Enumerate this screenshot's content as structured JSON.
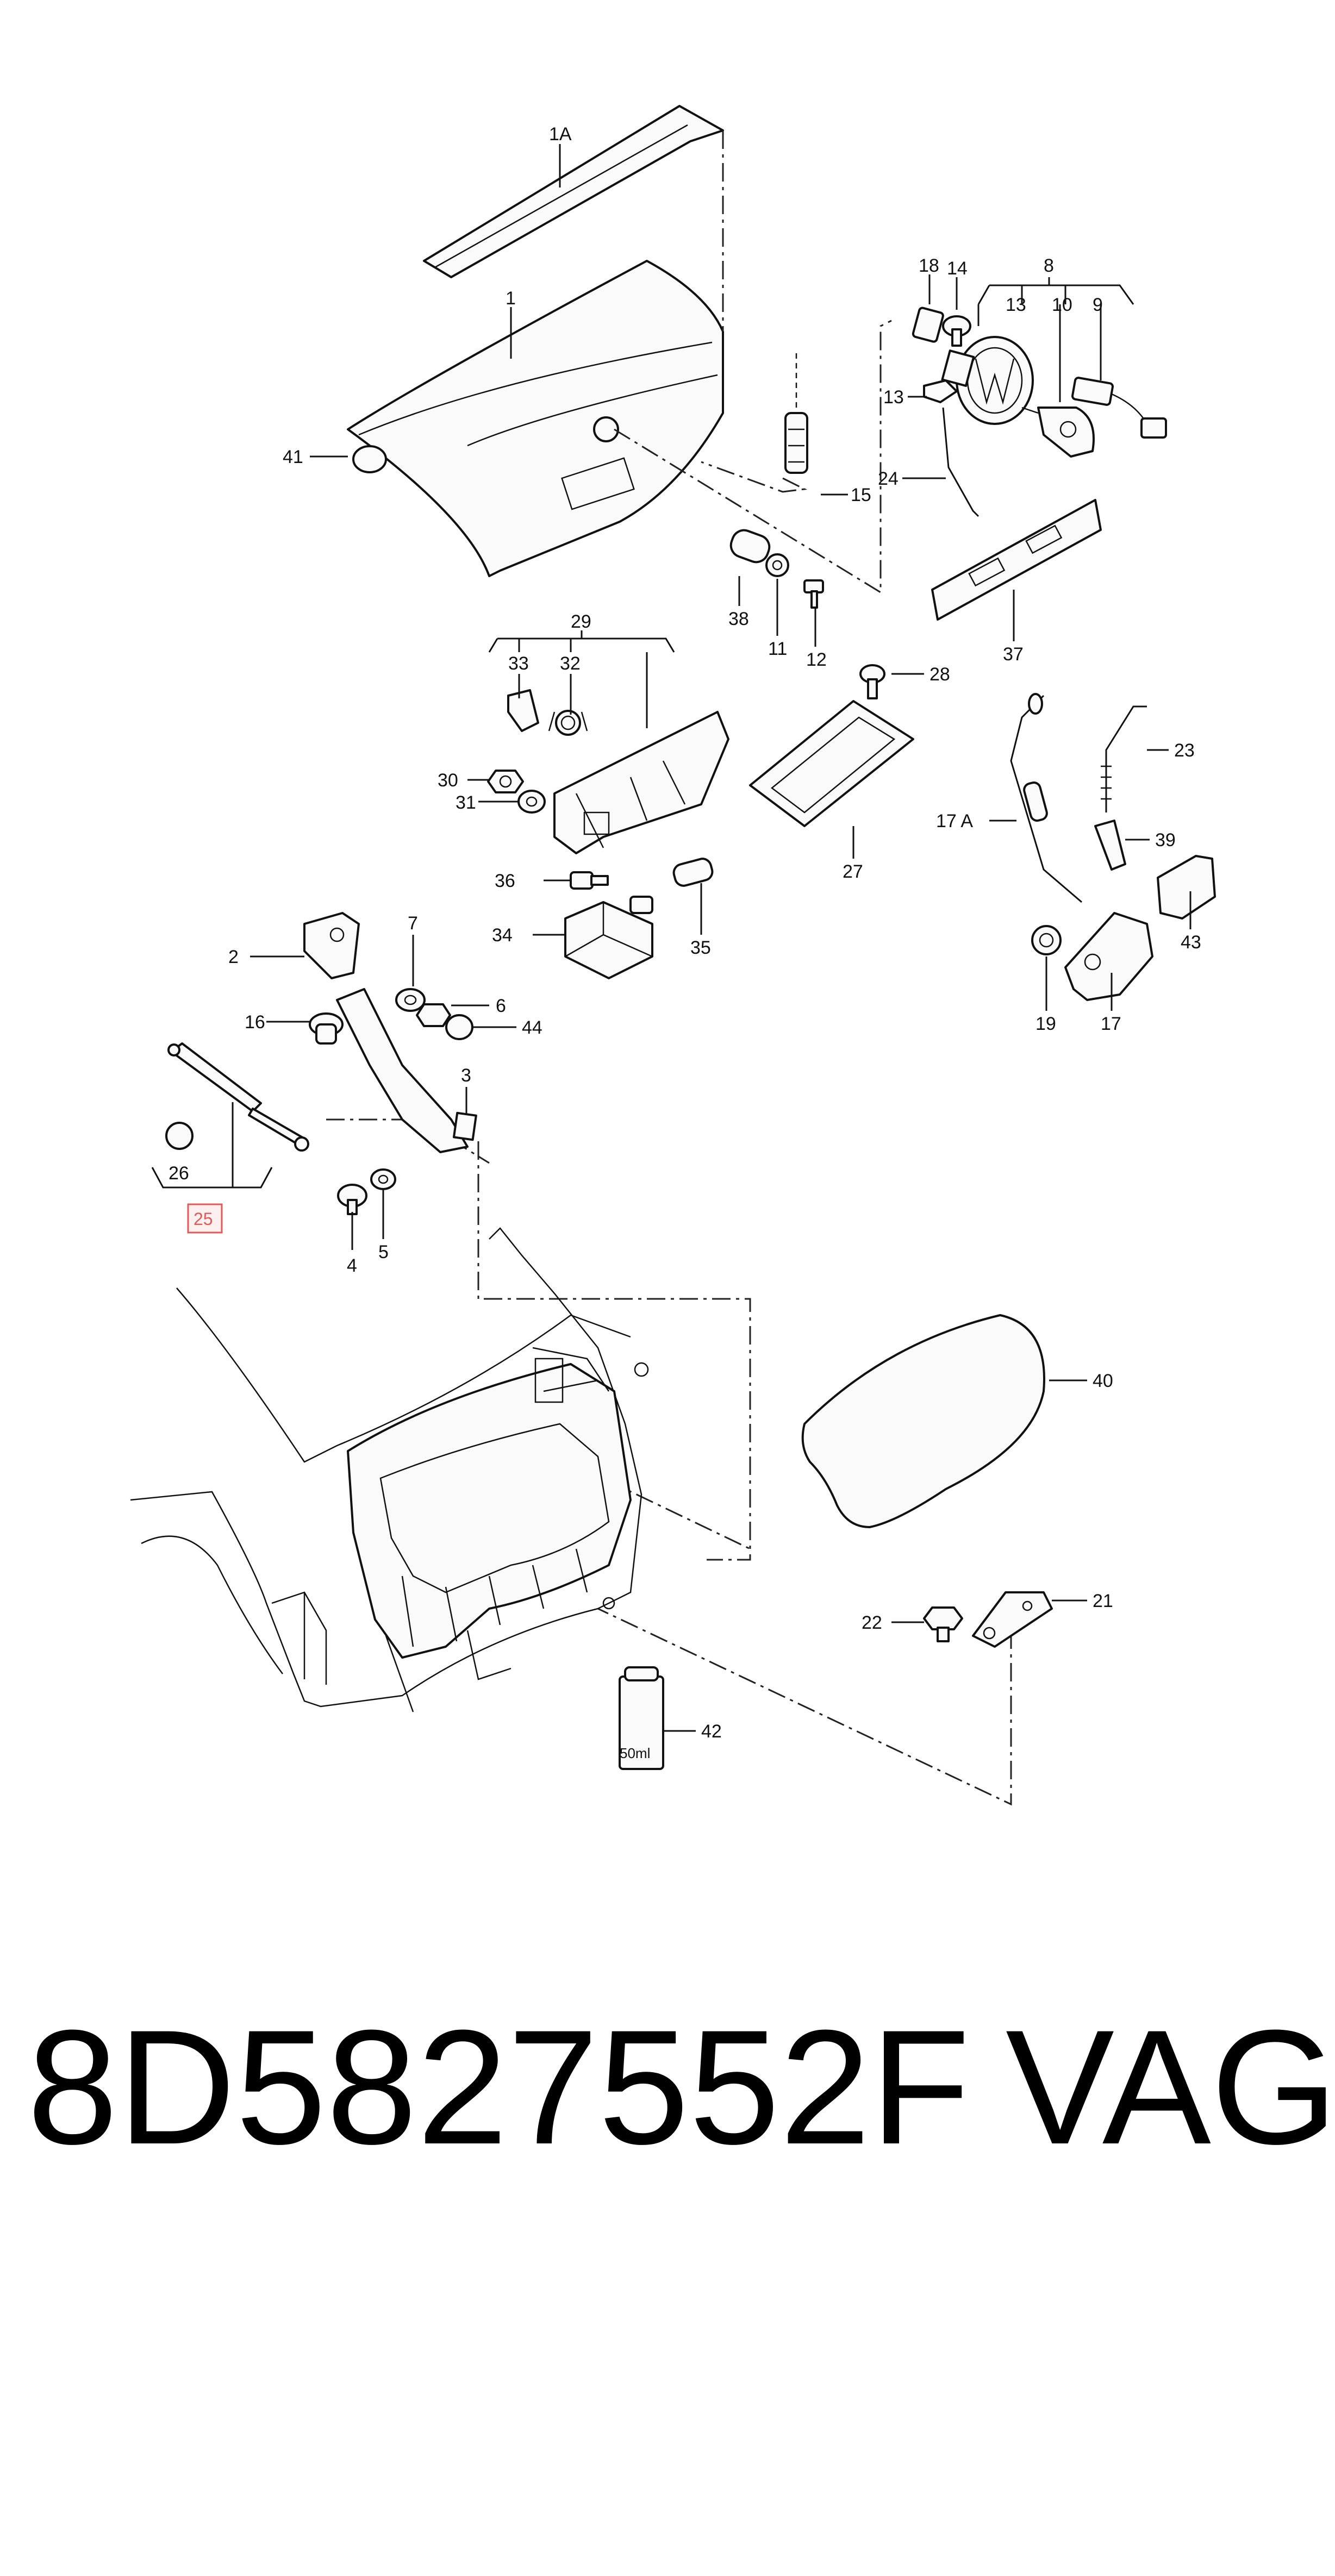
{
  "diagram": {
    "labels": {
      "p1A": "1A",
      "p1": "1",
      "p41": "41",
      "p15": "15",
      "p38": "38",
      "p11": "11",
      "p12": "12",
      "p18": "18",
      "p14": "14",
      "p8": "8",
      "p13a": "13",
      "p10": "10",
      "p9": "9",
      "p13b": "13",
      "p24": "24",
      "p37": "37",
      "p29": "29",
      "p33": "33",
      "p32": "32",
      "p30": "30",
      "p31": "31",
      "p28": "28",
      "p27": "27",
      "p23": "23",
      "p17A": "17 A",
      "p39": "39",
      "p43": "43",
      "p36": "36",
      "p34": "34",
      "p35": "35",
      "p19": "19",
      "p17": "17",
      "p2": "2",
      "p7": "7",
      "p6": "6",
      "p44": "44",
      "p16": "16",
      "p3": "3",
      "p26": "26",
      "p25": "25",
      "p4": "4",
      "p5": "5",
      "p40": "40",
      "p22": "22",
      "p21": "21",
      "p42": "42"
    },
    "can_label": "50ml",
    "highlighted_part": "25"
  },
  "footer": {
    "part_number": "8D5827552F",
    "brand": "VAG"
  }
}
